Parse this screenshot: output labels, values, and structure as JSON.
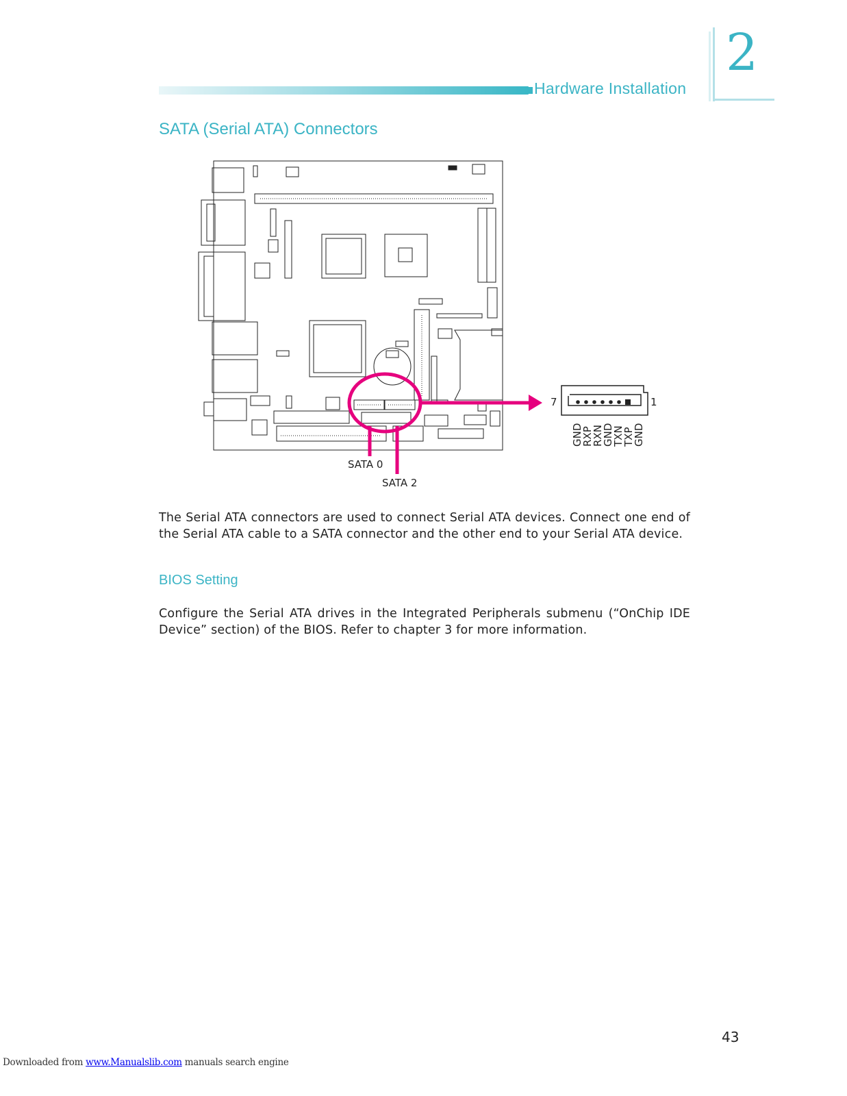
{
  "header": {
    "section_title": "Hardware Installation",
    "chapter_number": "2"
  },
  "page_title": "SATA (Serial ATA) Connectors",
  "diagram": {
    "connector_labels": [
      "SATA 0",
      "SATA 2"
    ],
    "pin_left_label": "7",
    "pin_right_label": "1",
    "pin_names": [
      "GND",
      "RXP",
      "RXN",
      "GND",
      "TXN",
      "TXP",
      "GND"
    ],
    "highlight_color": "#e6007e"
  },
  "body": {
    "paragraph_1": "The Serial ATA connectors are used to connect Serial ATA devices. Connect one end of the Serial ATA cable to a SATA connector and the other end to your Serial ATA device.",
    "bios_heading": "BIOS Setting",
    "paragraph_2": "Configure the Serial ATA drives in the Integrated Peripherals submenu (“OnChip IDE Device” section) of the BIOS. Refer to chapter 3 for more information."
  },
  "page_number": "43",
  "footer": {
    "prefix": "Downloaded from ",
    "link_text": "www.Manualslib.com",
    "suffix": " manuals search engine"
  },
  "colors": {
    "accent": "#3bb4c5",
    "highlight": "#e6007e"
  }
}
